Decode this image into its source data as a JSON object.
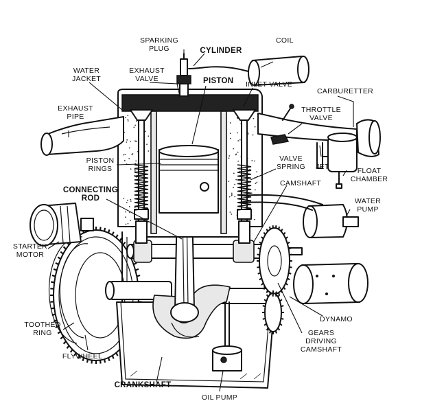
{
  "labels": {
    "sparking_plug": [
      "SPARKING",
      "PLUG"
    ],
    "coil": "COIL",
    "cylinder": "CYLINDER",
    "water_jacket": [
      "WATER",
      "JACKET"
    ],
    "exhaust_valve": [
      "EXHAUST",
      "VALVE"
    ],
    "piston": "PISTON",
    "inlet_valve": "INLET VALVE",
    "carburetter": "CARBURETTER",
    "exhaust_pipe": [
      "EXHAUST",
      "PIPE"
    ],
    "throttle_valve": [
      "THROTTLE",
      "VALVE"
    ],
    "piston_rings": [
      "PISTON",
      "RINGS"
    ],
    "valve_spring": [
      "VALVE",
      "SPRING"
    ],
    "jet": "JET",
    "float_chamber": [
      "FLOAT",
      "CHAMBER"
    ],
    "connecting_rod": [
      "CONNECTING",
      "ROD"
    ],
    "camshaft": "CAMSHAFT",
    "water_pump": [
      "WATER",
      "PUMP"
    ],
    "starter_motor": [
      "STARTER",
      "MOTOR"
    ],
    "toothed_ring": [
      "TOOTHED",
      "RING"
    ],
    "dynamo": "DYNAMO",
    "gears_driving_camshaft": [
      "GEARS",
      "DRIVING",
      "CAMSHAFT"
    ],
    "flywheel": "FLYWHEEL",
    "crankshaft": "CRANKSHAFT",
    "oil_pump": "OIL  PUMP"
  },
  "colors": {
    "ink": "#111111",
    "background": "#ffffff"
  }
}
